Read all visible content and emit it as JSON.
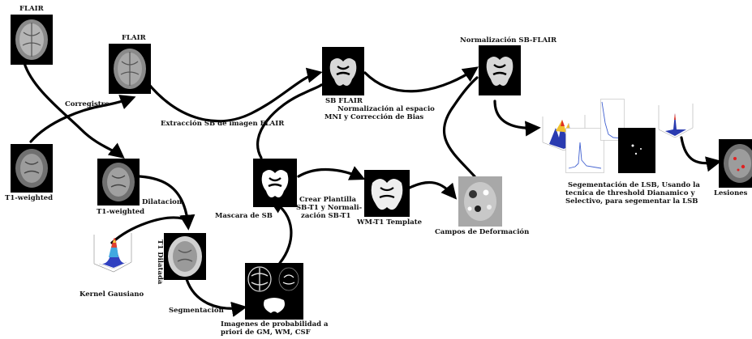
{
  "nodes": {
    "flair_top": "FLAIR",
    "flair_reg": "FLAIR",
    "t1_weighted": "T1-weighted",
    "t1_weighted_2": "T1-weighted",
    "t1_dilatada": "T1 Dilatada",
    "kernel": "Kernel Gausiano",
    "prob_images": [
      "Imagenes de probabilidad a",
      "priori de GM, WM, CSF"
    ],
    "mascara": "Mascara de SB",
    "sb_flair": "SB FLAIR",
    "wm_t1": "WM-T1 Template",
    "campos": "Campos de Deformación",
    "norm_sb_flair": "Normalización SB-FLAIR",
    "lesiones": "Lesiones"
  },
  "steps": {
    "corregistro": "Corregistro",
    "dilatacion": "Dilatacion",
    "segmentacion": "Segmentación",
    "extraccion": "Extracción SB de imagen FLAIR",
    "normalizacion_mni": [
      "Normalización al espacio",
      "MNI  y Corrección de Bias"
    ],
    "crear_plantilla": [
      "Crear Plantilla",
      "SB-T1 y Normali-",
      "zación SB-T1"
    ],
    "segmentacion_lsb": [
      "Segementación de LSB, Usando la",
      "tecnica  de threshold Dianamico y",
      "Selectivo, para segementar la LSB"
    ]
  }
}
